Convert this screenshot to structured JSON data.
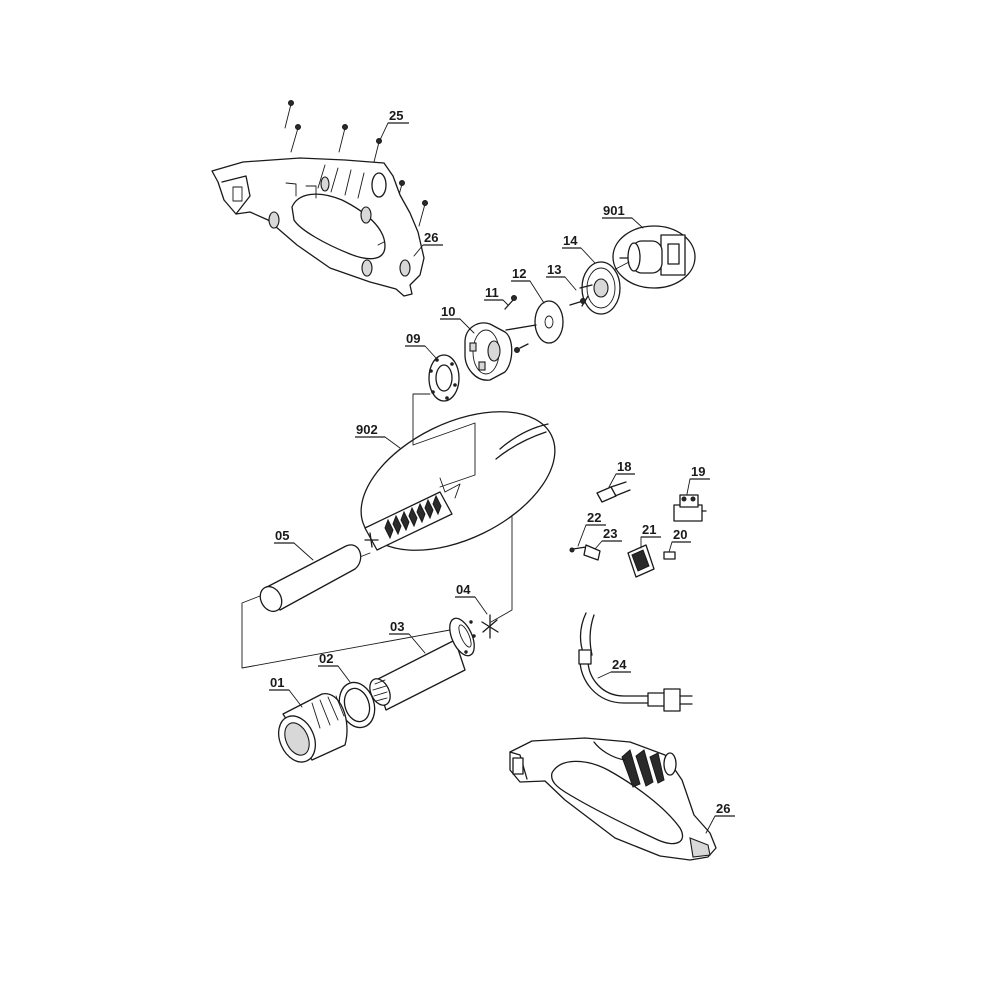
{
  "diagram": {
    "callouts": {
      "p25": "25",
      "p26a": "26",
      "p901": "901",
      "p14": "14",
      "p13": "13",
      "p12": "12",
      "p11": "11",
      "p10": "10",
      "p09": "09",
      "p902": "902",
      "p18": "18",
      "p19": "19",
      "p22": "22",
      "p23": "23",
      "p21": "21",
      "p20": "20",
      "p05": "05",
      "p04": "04",
      "p03": "03",
      "p02": "02",
      "p01": "01",
      "p24": "24",
      "p26b": "26"
    }
  }
}
